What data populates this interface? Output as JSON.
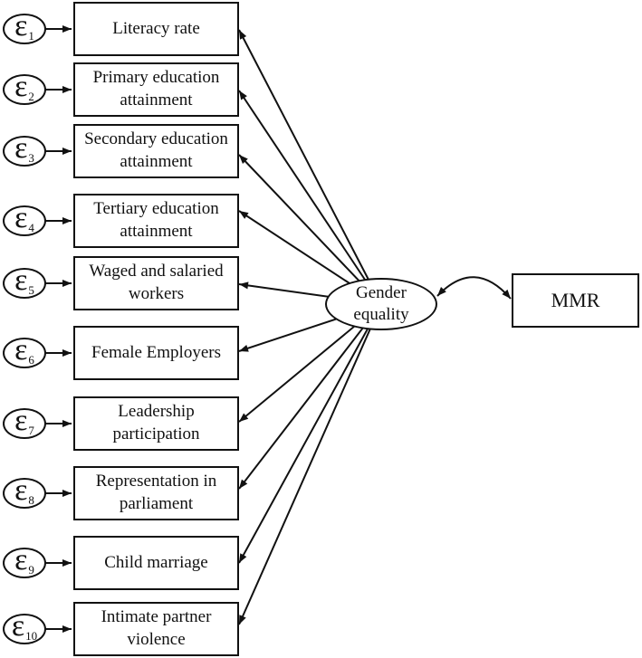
{
  "figure": {
    "background_color": "#ffffff",
    "line_color": "#111111"
  },
  "latent": {
    "label": "Gender equality"
  },
  "outcome": {
    "label": "MMR"
  },
  "indicators": [
    {
      "epsilon": "ε",
      "sub": "1",
      "label": "Literacy rate"
    },
    {
      "epsilon": "ε",
      "sub": "2",
      "label": "Primary education attainment"
    },
    {
      "epsilon": "ε",
      "sub": "3",
      "label": "Secondary education attainment"
    },
    {
      "epsilon": "ε",
      "sub": "4",
      "label": "Tertiary education attainment"
    },
    {
      "epsilon": "ε",
      "sub": "5",
      "label": "Waged and salaried workers"
    },
    {
      "epsilon": "ε",
      "sub": "6",
      "label": "Female Employers"
    },
    {
      "epsilon": "ε",
      "sub": "7",
      "label": "Leadership participation"
    },
    {
      "epsilon": "ε",
      "sub": "8",
      "label": "Representation in parliament"
    },
    {
      "epsilon": "ε",
      "sub": "9",
      "label": "Child marriage"
    },
    {
      "epsilon": "ε",
      "sub": "10",
      "label": "Intimate partner violence"
    }
  ]
}
